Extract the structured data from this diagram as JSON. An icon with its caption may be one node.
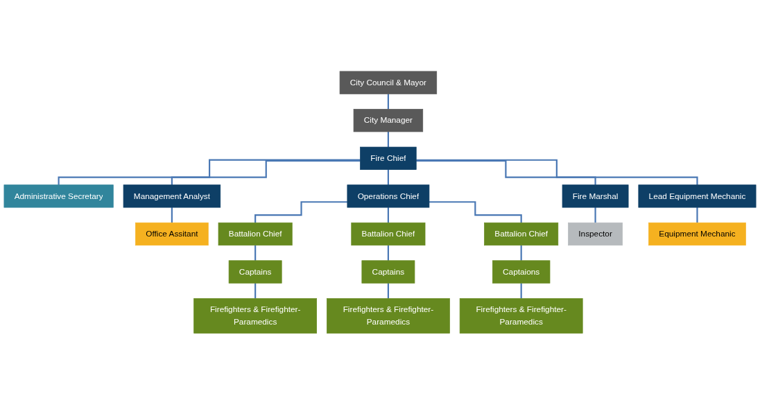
{
  "diagram": {
    "nodes": [
      {
        "text": [
          "City Council & Mayor"
        ]
      },
      {
        "text": [
          "City Manager"
        ]
      },
      {
        "text": [
          "Fire Chief"
        ]
      },
      {
        "text": [
          "Administrative Secretary"
        ]
      },
      {
        "text": [
          "Management Analyst"
        ]
      },
      {
        "text": [
          "Operations Chief"
        ]
      },
      {
        "text": [
          "Fire Marshal"
        ]
      },
      {
        "text": [
          "Lead Equipment Mechanic"
        ]
      },
      {
        "text": [
          "Office Assitant"
        ]
      },
      {
        "text": [
          "Battalion Chief"
        ]
      },
      {
        "text": [
          "Battalion Chief"
        ]
      },
      {
        "text": [
          "Battalion Chief"
        ]
      },
      {
        "text": [
          "Inspector"
        ]
      },
      {
        "text": [
          "Equipment Mechanic"
        ]
      },
      {
        "text": [
          "Captains"
        ]
      },
      {
        "text": [
          "Captains"
        ]
      },
      {
        "text": [
          "Captaions"
        ]
      },
      {
        "text": [
          "Firefighters & Firefighter-Paramedics"
        ]
      },
      {
        "text": [
          "Firefighters & Firefighter-Paramedics"
        ]
      },
      {
        "text": [
          "Firefighters & Firefighter-Paramedics"
        ]
      }
    ],
    "edges": [
      {
        "from": 0,
        "to": 1,
        "arrow": "none"
      },
      {
        "from": 1,
        "to": 2,
        "arrow": "none"
      },
      {
        "from": 2,
        "to": 3,
        "arrow": "none"
      },
      {
        "from": 2,
        "to": 4,
        "arrow": "none"
      },
      {
        "from": 2,
        "to": 5,
        "arrow": "none"
      },
      {
        "from": 2,
        "to": 6,
        "arrow": "none"
      },
      {
        "from": 2,
        "to": 7,
        "arrow": "none"
      },
      {
        "from": 4,
        "to": 8,
        "arrow": "none"
      },
      {
        "from": 5,
        "to": 9,
        "arrow": "none"
      },
      {
        "from": 5,
        "to": 10,
        "arrow": "none"
      },
      {
        "from": 5,
        "to": 11,
        "arrow": "none"
      },
      {
        "from": 6,
        "to": 12,
        "arrow": "none"
      },
      {
        "from": 7,
        "to": 13,
        "arrow": "none"
      },
      {
        "from": 9,
        "to": 14,
        "arrow": "none"
      },
      {
        "from": 10,
        "to": 15,
        "arrow": "none"
      },
      {
        "from": 11,
        "to": 16,
        "arrow": "none"
      },
      {
        "from": 14,
        "to": 17,
        "arrow": "none"
      },
      {
        "from": 15,
        "to": 18,
        "arrow": "none"
      },
      {
        "from": 16,
        "to": 19,
        "arrow": "none"
      }
    ]
  }
}
